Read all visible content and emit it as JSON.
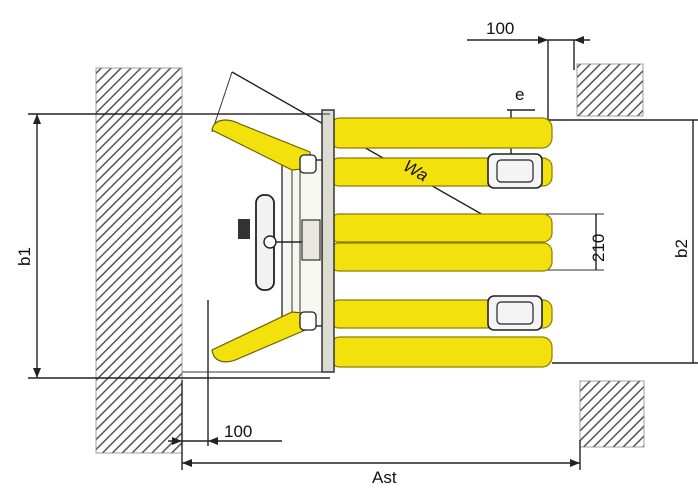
{
  "diagram": {
    "labels": {
      "clearance_top": "100",
      "fork_edge": "e",
      "load_center": "Wa",
      "fork_spacing": "210",
      "overall_width": "b1",
      "load_width": "b2",
      "clearance_bottom": "100",
      "aisle_width": "Ast"
    },
    "colors": {
      "fork_yellow": "#f3e10e",
      "hatch": "#555555",
      "line": "#222222"
    }
  }
}
